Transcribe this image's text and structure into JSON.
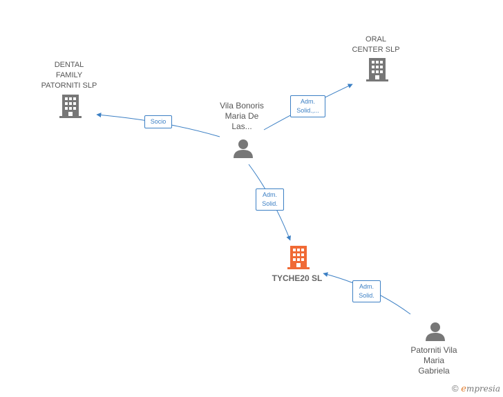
{
  "nodes": {
    "dental": {
      "label": "DENTAL\nFAMILY\nPATORNITI SLP",
      "type": "company"
    },
    "oral": {
      "label": "ORAL\nCENTER SLP",
      "type": "company"
    },
    "vila": {
      "label": "Vila Bonoris\nMaria De\nLas...",
      "type": "person"
    },
    "tyche": {
      "label": "TYCHE20 SL",
      "type": "company-focus"
    },
    "patorniti": {
      "label": "Patorniti Vila\nMaria\nGabriela",
      "type": "person"
    }
  },
  "edges": {
    "socio": {
      "label": "Socio"
    },
    "adm_oral": {
      "label": "Adm.\nSolid.,..."
    },
    "adm_tyche_vila": {
      "label": "Adm.\nSolid."
    },
    "adm_tyche_pat": {
      "label": "Adm.\nSolid."
    }
  },
  "colors": {
    "edge": "#3b7fc4",
    "company_icon": "#777777",
    "focus_icon": "#f06a35",
    "person_icon": "#777777"
  },
  "footer": {
    "copyright_symbol": "©",
    "brand_initial": "e",
    "brand_rest": "mpresia"
  }
}
